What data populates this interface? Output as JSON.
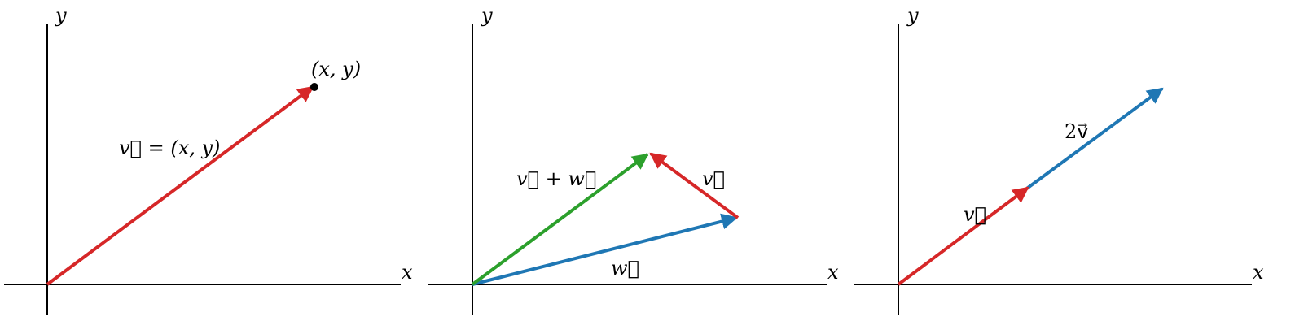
{
  "colors": {
    "red": "#d62728",
    "blue": "#1f77b4",
    "green": "#2ca02c",
    "axis": "#000000"
  },
  "panels": [
    {
      "x_axis_label": "x",
      "y_axis_label": "y",
      "point_label": "(x, y)",
      "vector_label": "v⃗ = (x, y)"
    },
    {
      "x_axis_label": "x",
      "y_axis_label": "y",
      "sum_label": "v⃗ + w⃗",
      "v_label": "v⃗",
      "w_label": "w⃗"
    },
    {
      "x_axis_label": "x",
      "y_axis_label": "y",
      "v_label": "v⃗",
      "two_v_label": "2v⃗"
    }
  ]
}
